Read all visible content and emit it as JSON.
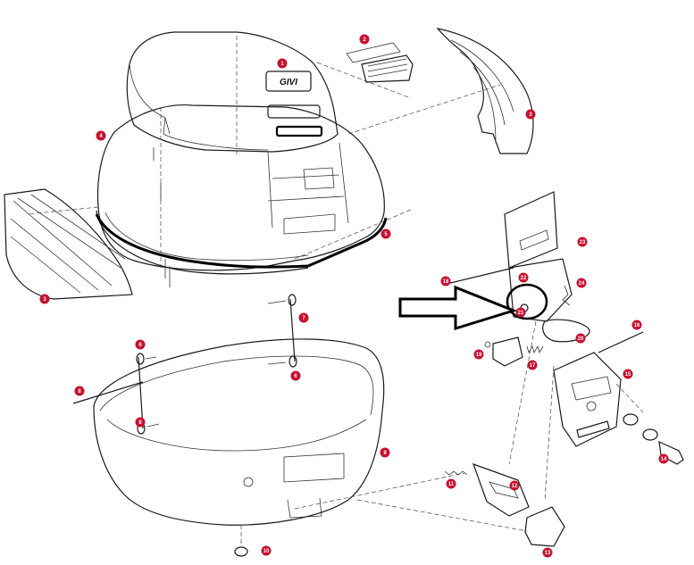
{
  "diagram": {
    "brand_logo_text": "GIVI",
    "accent_color": "#c8102e",
    "callouts": [
      "1",
      "2",
      "3",
      "3",
      "4",
      "5",
      "6",
      "6",
      "7",
      "8",
      "8",
      "9",
      "10",
      "11",
      "12",
      "13",
      "14",
      "15",
      "16",
      "17",
      "18",
      "19",
      "20",
      "21",
      "22",
      "23",
      "24"
    ]
  }
}
